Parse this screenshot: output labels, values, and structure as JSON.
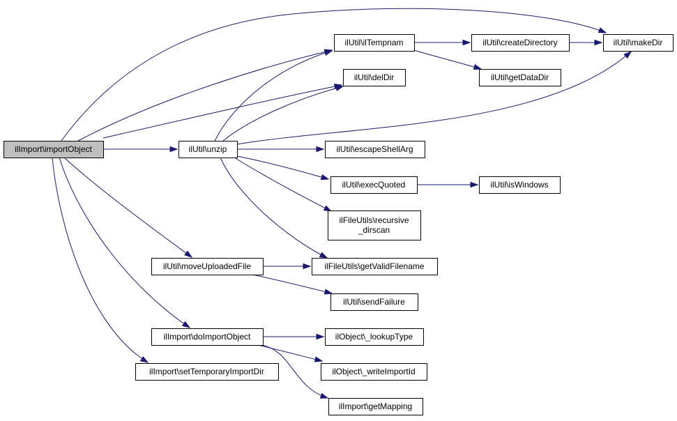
{
  "diagram": {
    "type": "call-graph",
    "colors": {
      "edge": "#191970",
      "node_fill": "#ffffff",
      "root_fill": "#bfbfbf",
      "border": "#000000"
    },
    "nodes": [
      {
        "id": "importObject",
        "lines": [
          "ilImport\\importObject"
        ],
        "root": true
      },
      {
        "id": "unzip",
        "lines": [
          "ilUtil\\unzip"
        ]
      },
      {
        "id": "moveUploadedFile",
        "lines": [
          "ilUtil\\moveUploadedFile"
        ]
      },
      {
        "id": "doImportObject",
        "lines": [
          "ilImport\\doImportObject"
        ]
      },
      {
        "id": "setTemporaryImportDir",
        "lines": [
          "ilImport\\setTemporaryImportDir"
        ]
      },
      {
        "id": "ilTempnam",
        "lines": [
          "ilUtil\\ilTempnam"
        ]
      },
      {
        "id": "delDir",
        "lines": [
          "ilUtil\\delDir"
        ]
      },
      {
        "id": "createDirectory",
        "lines": [
          "ilUtil\\createDirectory"
        ]
      },
      {
        "id": "getDataDir",
        "lines": [
          "ilUtil\\getDataDir"
        ]
      },
      {
        "id": "makeDir",
        "lines": [
          "ilUtil\\makeDir"
        ]
      },
      {
        "id": "escapeShellArg",
        "lines": [
          "ilUtil\\escapeShellArg"
        ]
      },
      {
        "id": "execQuoted",
        "lines": [
          "ilUtil\\execQuoted"
        ]
      },
      {
        "id": "isWindows",
        "lines": [
          "ilUtil\\isWindows"
        ]
      },
      {
        "id": "recursive_dirscan",
        "lines": [
          "ilFileUtils\\recursive",
          "_dirscan"
        ]
      },
      {
        "id": "getValidFilename",
        "lines": [
          "ilFileUtils\\getValidFilename"
        ]
      },
      {
        "id": "sendFailure",
        "lines": [
          "ilUtil\\sendFailure"
        ]
      },
      {
        "id": "lookupType",
        "lines": [
          "ilObject\\_lookupType"
        ]
      },
      {
        "id": "writeImportId",
        "lines": [
          "ilObject\\_writeImportId"
        ]
      },
      {
        "id": "getMapping",
        "lines": [
          "ilImport\\getMapping"
        ]
      }
    ],
    "edges": [
      {
        "from": "importObject",
        "to": "makeDir"
      },
      {
        "from": "importObject",
        "to": "ilTempnam"
      },
      {
        "from": "importObject",
        "to": "delDir"
      },
      {
        "from": "importObject",
        "to": "unzip"
      },
      {
        "from": "importObject",
        "to": "moveUploadedFile"
      },
      {
        "from": "importObject",
        "to": "doImportObject"
      },
      {
        "from": "importObject",
        "to": "setTemporaryImportDir"
      },
      {
        "from": "unzip",
        "to": "ilTempnam"
      },
      {
        "from": "unzip",
        "to": "delDir"
      },
      {
        "from": "unzip",
        "to": "makeDir"
      },
      {
        "from": "unzip",
        "to": "escapeShellArg"
      },
      {
        "from": "unzip",
        "to": "execQuoted"
      },
      {
        "from": "unzip",
        "to": "recursive_dirscan"
      },
      {
        "from": "unzip",
        "to": "getValidFilename"
      },
      {
        "from": "ilTempnam",
        "to": "createDirectory"
      },
      {
        "from": "ilTempnam",
        "to": "getDataDir"
      },
      {
        "from": "createDirectory",
        "to": "makeDir"
      },
      {
        "from": "execQuoted",
        "to": "isWindows"
      },
      {
        "from": "moveUploadedFile",
        "to": "getValidFilename"
      },
      {
        "from": "moveUploadedFile",
        "to": "sendFailure"
      },
      {
        "from": "doImportObject",
        "to": "lookupType"
      },
      {
        "from": "doImportObject",
        "to": "writeImportId"
      },
      {
        "from": "doImportObject",
        "to": "getMapping"
      }
    ]
  }
}
